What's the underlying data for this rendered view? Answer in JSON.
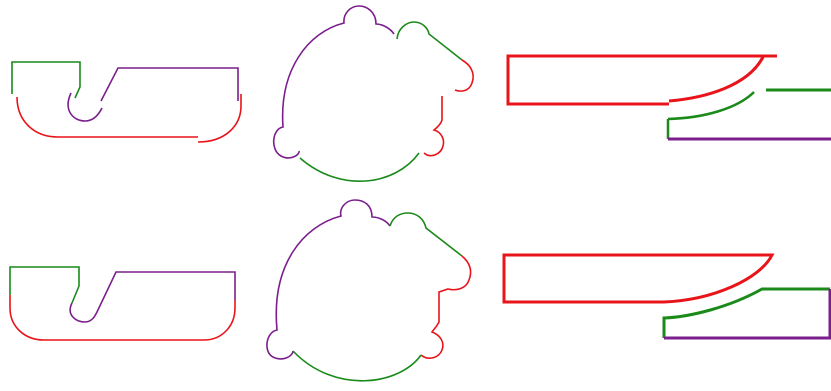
{
  "colors": {
    "background": "#ffffff",
    "red": "#e8141a",
    "green": "#1a8a1a",
    "purple": "#7a1f8c"
  },
  "rows": [
    {
      "name": "separated-fragments"
    },
    {
      "name": "assembled-outlines"
    }
  ],
  "shapes": [
    "bowl-shape",
    "gear-circle-shape",
    "blade-shape"
  ]
}
